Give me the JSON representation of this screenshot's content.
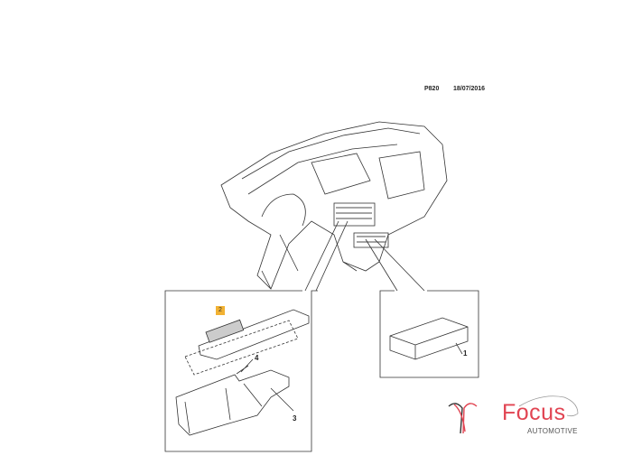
{
  "header": {
    "code": "P820",
    "date": "18/07/2016"
  },
  "callouts": {
    "one": "1",
    "two": "2",
    "three": "3",
    "four": "4"
  },
  "logo": {
    "name": "Focus",
    "tagline": "AUTOMOTIVE",
    "accent": "#e14452"
  }
}
